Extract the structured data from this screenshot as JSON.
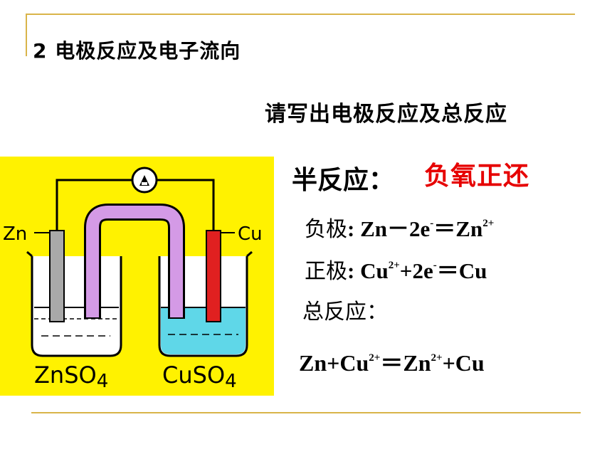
{
  "slide": {
    "title": "2  电极反应及电子流向",
    "prompt": "请写出电极反应及总反应",
    "half_reaction_label": "半反应：",
    "half_reaction_rule": "负氧正还"
  },
  "equations": {
    "anode": {
      "label": "负极",
      "colon": ":",
      "left": "Zn",
      "op": "－",
      "mid": "2e",
      "mid_sup": "-",
      "eq": "＝",
      "right": "Zn",
      "right_sup": "2+"
    },
    "cathode": {
      "label": "正极",
      "colon": ":",
      "left": "Cu",
      "left_sup": "2+",
      "plus": "+2e",
      "plus_sup": "-",
      "eq": "＝",
      "right": "Cu"
    },
    "total_label": "总反应：",
    "total": {
      "a": "Zn+Cu",
      "a_sup": "2+",
      "eq": "＝",
      "b": "Zn",
      "b_sup": "2+",
      "c": "+Cu"
    }
  },
  "figure": {
    "background": "#fff200",
    "left_electrode": "Zn",
    "right_electrode": "Cu",
    "left_solution": "ZnSO",
    "left_solution_sub": "4",
    "right_solution": "CuSO",
    "right_solution_sub": "4",
    "zn_color": "#a9a9a9",
    "cu_color": "#e02020",
    "salt_bridge_color": "#d49ae6",
    "cuso4_color": "#5fd7e8",
    "meter_icon": "ammeter-icon"
  },
  "colors": {
    "accent_rule": "#d9b44a",
    "highlight": "#e60000"
  }
}
